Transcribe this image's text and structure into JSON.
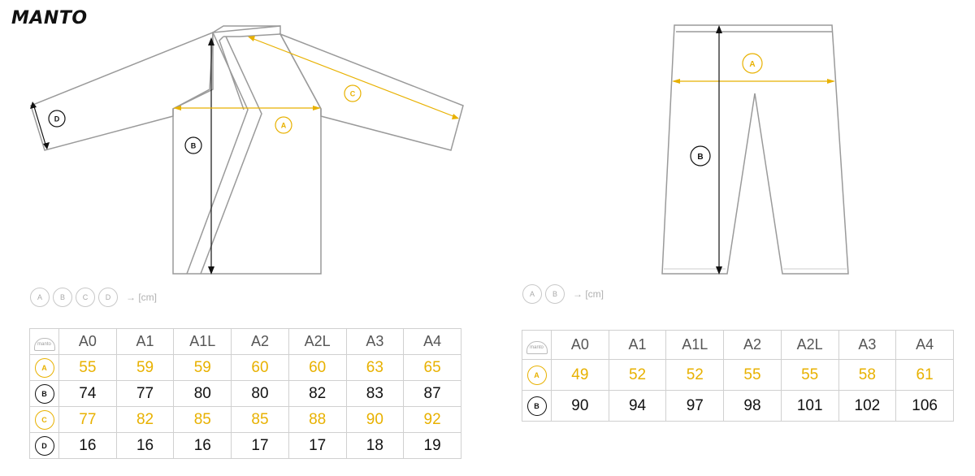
{
  "brand": "MANTO",
  "jacket": {
    "markers": {
      "a": "A",
      "b": "B",
      "c": "C",
      "d": "D"
    },
    "legend": [
      "A",
      "B",
      "C",
      "D"
    ],
    "legend_suffix": "→ [cm]",
    "table": {
      "logo": "manto",
      "headers": [
        "A0",
        "A1",
        "A1L",
        "A2",
        "A2L",
        "A3",
        "A4"
      ],
      "rows": [
        {
          "label": "A",
          "style": "gold",
          "values": [
            "55",
            "59",
            "59",
            "60",
            "60",
            "63",
            "65"
          ]
        },
        {
          "label": "B",
          "style": "black",
          "values": [
            "74",
            "77",
            "80",
            "80",
            "82",
            "83",
            "87"
          ]
        },
        {
          "label": "C",
          "style": "gold",
          "values": [
            "77",
            "82",
            "85",
            "85",
            "88",
            "90",
            "92"
          ]
        },
        {
          "label": "D",
          "style": "black",
          "values": [
            "16",
            "16",
            "16",
            "17",
            "17",
            "18",
            "19"
          ]
        }
      ]
    }
  },
  "pants": {
    "markers": {
      "a": "A",
      "b": "B"
    },
    "legend": [
      "A",
      "B"
    ],
    "legend_suffix": "→ [cm]",
    "table": {
      "logo": "manto",
      "headers": [
        "A0",
        "A1",
        "A1L",
        "A2",
        "A2L",
        "A3",
        "A4"
      ],
      "rows": [
        {
          "label": "A",
          "style": "gold",
          "values": [
            "49",
            "52",
            "52",
            "55",
            "55",
            "58",
            "61"
          ]
        },
        {
          "label": "B",
          "style": "black",
          "values": [
            "90",
            "94",
            "97",
            "98",
            "101",
            "102",
            "106"
          ]
        }
      ]
    }
  },
  "colors": {
    "accent": "#e8b100",
    "outline": "#9a9a9a",
    "text": "#111111"
  }
}
